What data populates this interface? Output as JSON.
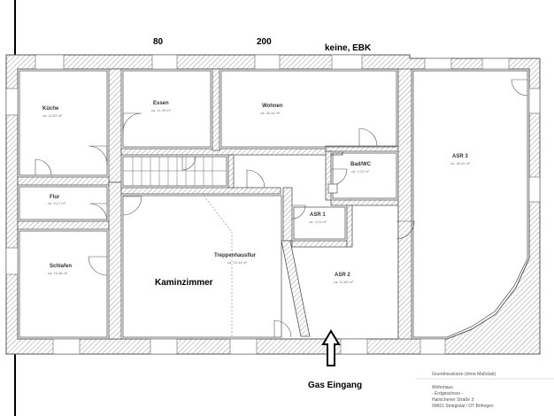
{
  "annotations": {
    "width_80": "80",
    "width_200": "200",
    "kitchen_note": "keine, EBK",
    "kaminzimmer": "Kaminzimmer",
    "gas_entrance": "Gas Eingang"
  },
  "rooms": {
    "kueche": {
      "name": "Küche",
      "area": "ca. 14,83 m²"
    },
    "essen": {
      "name": "Essen",
      "area": "ca. 11,49 m²"
    },
    "wohnen": {
      "name": "Wohnen",
      "area": "ca. 26,44 m²"
    },
    "bad_wc": {
      "name": "Bad/WC",
      "area": "ca. 3,12 m²"
    },
    "asr3": {
      "name": "ASR 3",
      "area": "ca. 48,00 m²"
    },
    "flur": {
      "name": "Flur",
      "area": "ca. 5,17 m²"
    },
    "asr1": {
      "name": "ASR 1",
      "area": "ca. 3,10 m²"
    },
    "treppenhausflur": {
      "name": "Treppenhausflur",
      "area": "ca. 15,44 m²"
    },
    "asr2": {
      "name": "ASR 2",
      "area": "ca. 12,65 m²"
    },
    "schlafen": {
      "name": "Schlafen",
      "area": "ca. 15,48 m²"
    }
  },
  "caption": {
    "line1": "Grundrissskizze (ohne Maßstab)",
    "line2": "Wohnhaus",
    "line3": "- Erdgeschoss -",
    "line4": "Hainichener Straße 3",
    "line5": "09661 Striegistal / OT Böhrigen"
  },
  "colors": {
    "wall_outline": "#555555",
    "hatch": "#9a9a9a",
    "room_line": "#444444",
    "arrow": "#000000"
  }
}
